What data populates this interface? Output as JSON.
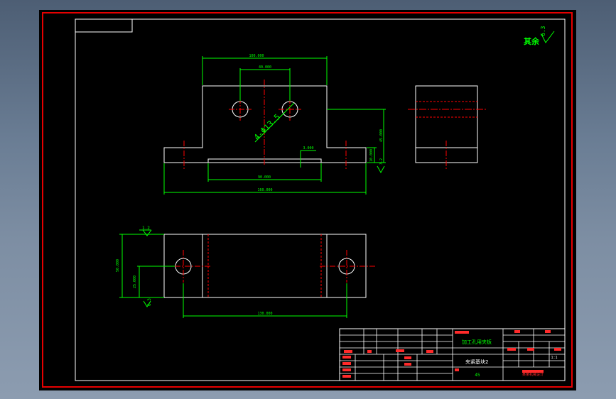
{
  "roughness_note": {
    "text": "其余",
    "value": "6.3"
  },
  "dimensions": {
    "top_width": "100.000",
    "hole_spacing": "40.000",
    "hole_callout": "4-Φ13.5",
    "slot_depth": "3.000",
    "slot_width": "90.000",
    "base_width": "160.000",
    "right_height": "45.000",
    "flange_height": "10.000",
    "bottom_height": "50.000",
    "bottom_offset": "25.000",
    "bottom_spacing": "130.000"
  },
  "surface_marks": {
    "top_view_right": "3.2",
    "plan_top": "1.2",
    "plan_bottom": "6.3"
  },
  "title_block": {
    "process_label": "加工孔用夹板",
    "part_name": "夹紧基块2",
    "material": "45",
    "scale": "1:1",
    "company": "某某机械设计"
  },
  "colors": {
    "background": "#000000",
    "outline": "#ffffff",
    "dimension": "#00ff00",
    "center_line": "#ff0000",
    "frame_border": "#e60000"
  }
}
